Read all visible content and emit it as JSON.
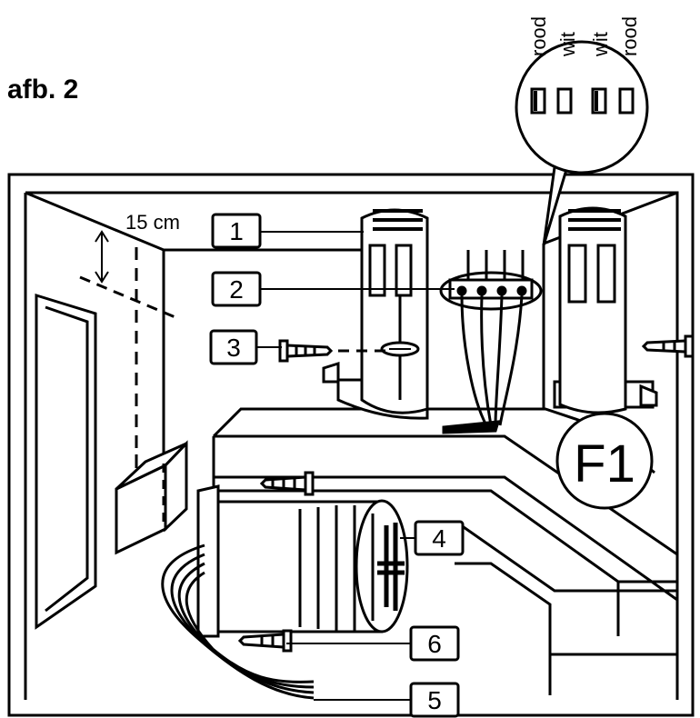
{
  "figure": {
    "title": "afb. 2",
    "dimension_label": "15 cm",
    "wire_labels": [
      "rood",
      "wit",
      "wit",
      "rood"
    ],
    "callouts": [
      "1",
      "2",
      "3",
      "4",
      "6",
      "5"
    ],
    "badge": "F1"
  },
  "colors": {
    "ink": "#000000",
    "paper": "#ffffff"
  }
}
